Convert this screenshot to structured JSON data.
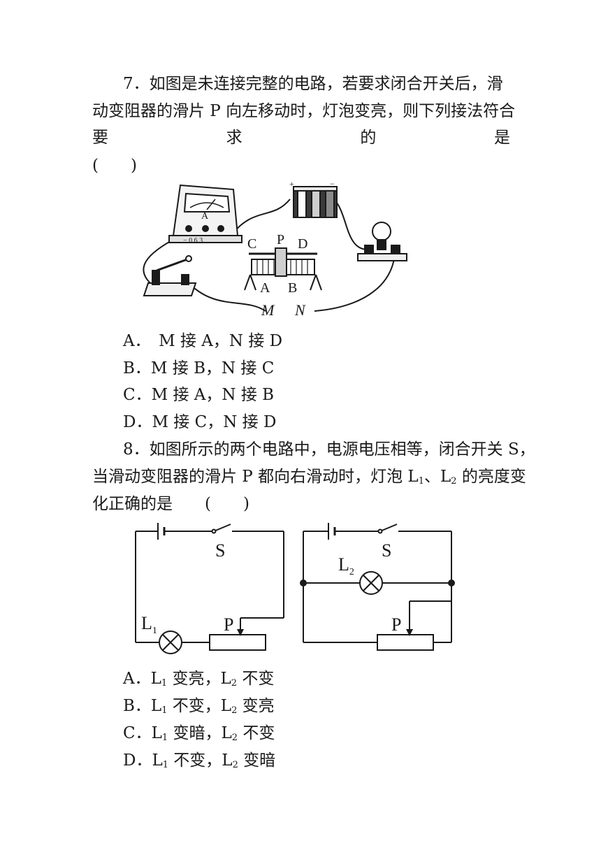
{
  "q7": {
    "line1": "7．如图是未连接完整的电路，若要求闭合开关后，滑",
    "line2": "动变阻器的滑片 P 向左移动时，灯泡变亮，则下列接法符合",
    "line3": [
      "要",
      "求",
      "的",
      "是"
    ],
    "line4": "(　　)",
    "figure": {
      "ammeter_letter": "A",
      "ammeter_terminals": "−  0.6  3",
      "battery_plus": "+",
      "battery_minus": "−",
      "terminal_c": "C",
      "terminal_p": "P",
      "terminal_d": "D",
      "terminal_a": "A",
      "terminal_b": "B",
      "wire_m": "M",
      "wire_n": "N"
    },
    "options": [
      "A．　M 接 A，N 接 D",
      "B．M 接 B，N 接 C",
      "C．M 接 A，N 接 B",
      "D．M 接 C，N 接 D"
    ]
  },
  "q8": {
    "line1": "8．如图所示的两个电路中，电源电压相等，闭合开关 S，",
    "line2_a": "当滑动变阻器的滑片 P 都向右滑动时，灯泡 L",
    "line2_sub1": "1",
    "line2_b": "、L",
    "line2_sub2": "2",
    "line2_c": " 的亮度变",
    "line3": "化正确的是　　(　　)",
    "figure": {
      "switch_label_left": "S",
      "switch_label_right": "S",
      "lamp1_label": "L",
      "lamp1_sub": "1",
      "lamp2_label": "L",
      "lamp2_sub": "2",
      "slider_left": "P",
      "slider_right": "P"
    },
    "options": [
      {
        "prefix": "A．L",
        "s1": "1",
        "mid": " 变亮，L",
        "s2": "2",
        "tail": " 不变"
      },
      {
        "prefix": "B．L",
        "s1": "1",
        "mid": " 不变，L",
        "s2": "2",
        "tail": " 变亮"
      },
      {
        "prefix": "C．L",
        "s1": "1",
        "mid": " 变暗，L",
        "s2": "2",
        "tail": " 不变"
      },
      {
        "prefix": "D．L",
        "s1": "1",
        "mid": " 不变，L",
        "s2": "2",
        "tail": " 变暗"
      }
    ]
  }
}
